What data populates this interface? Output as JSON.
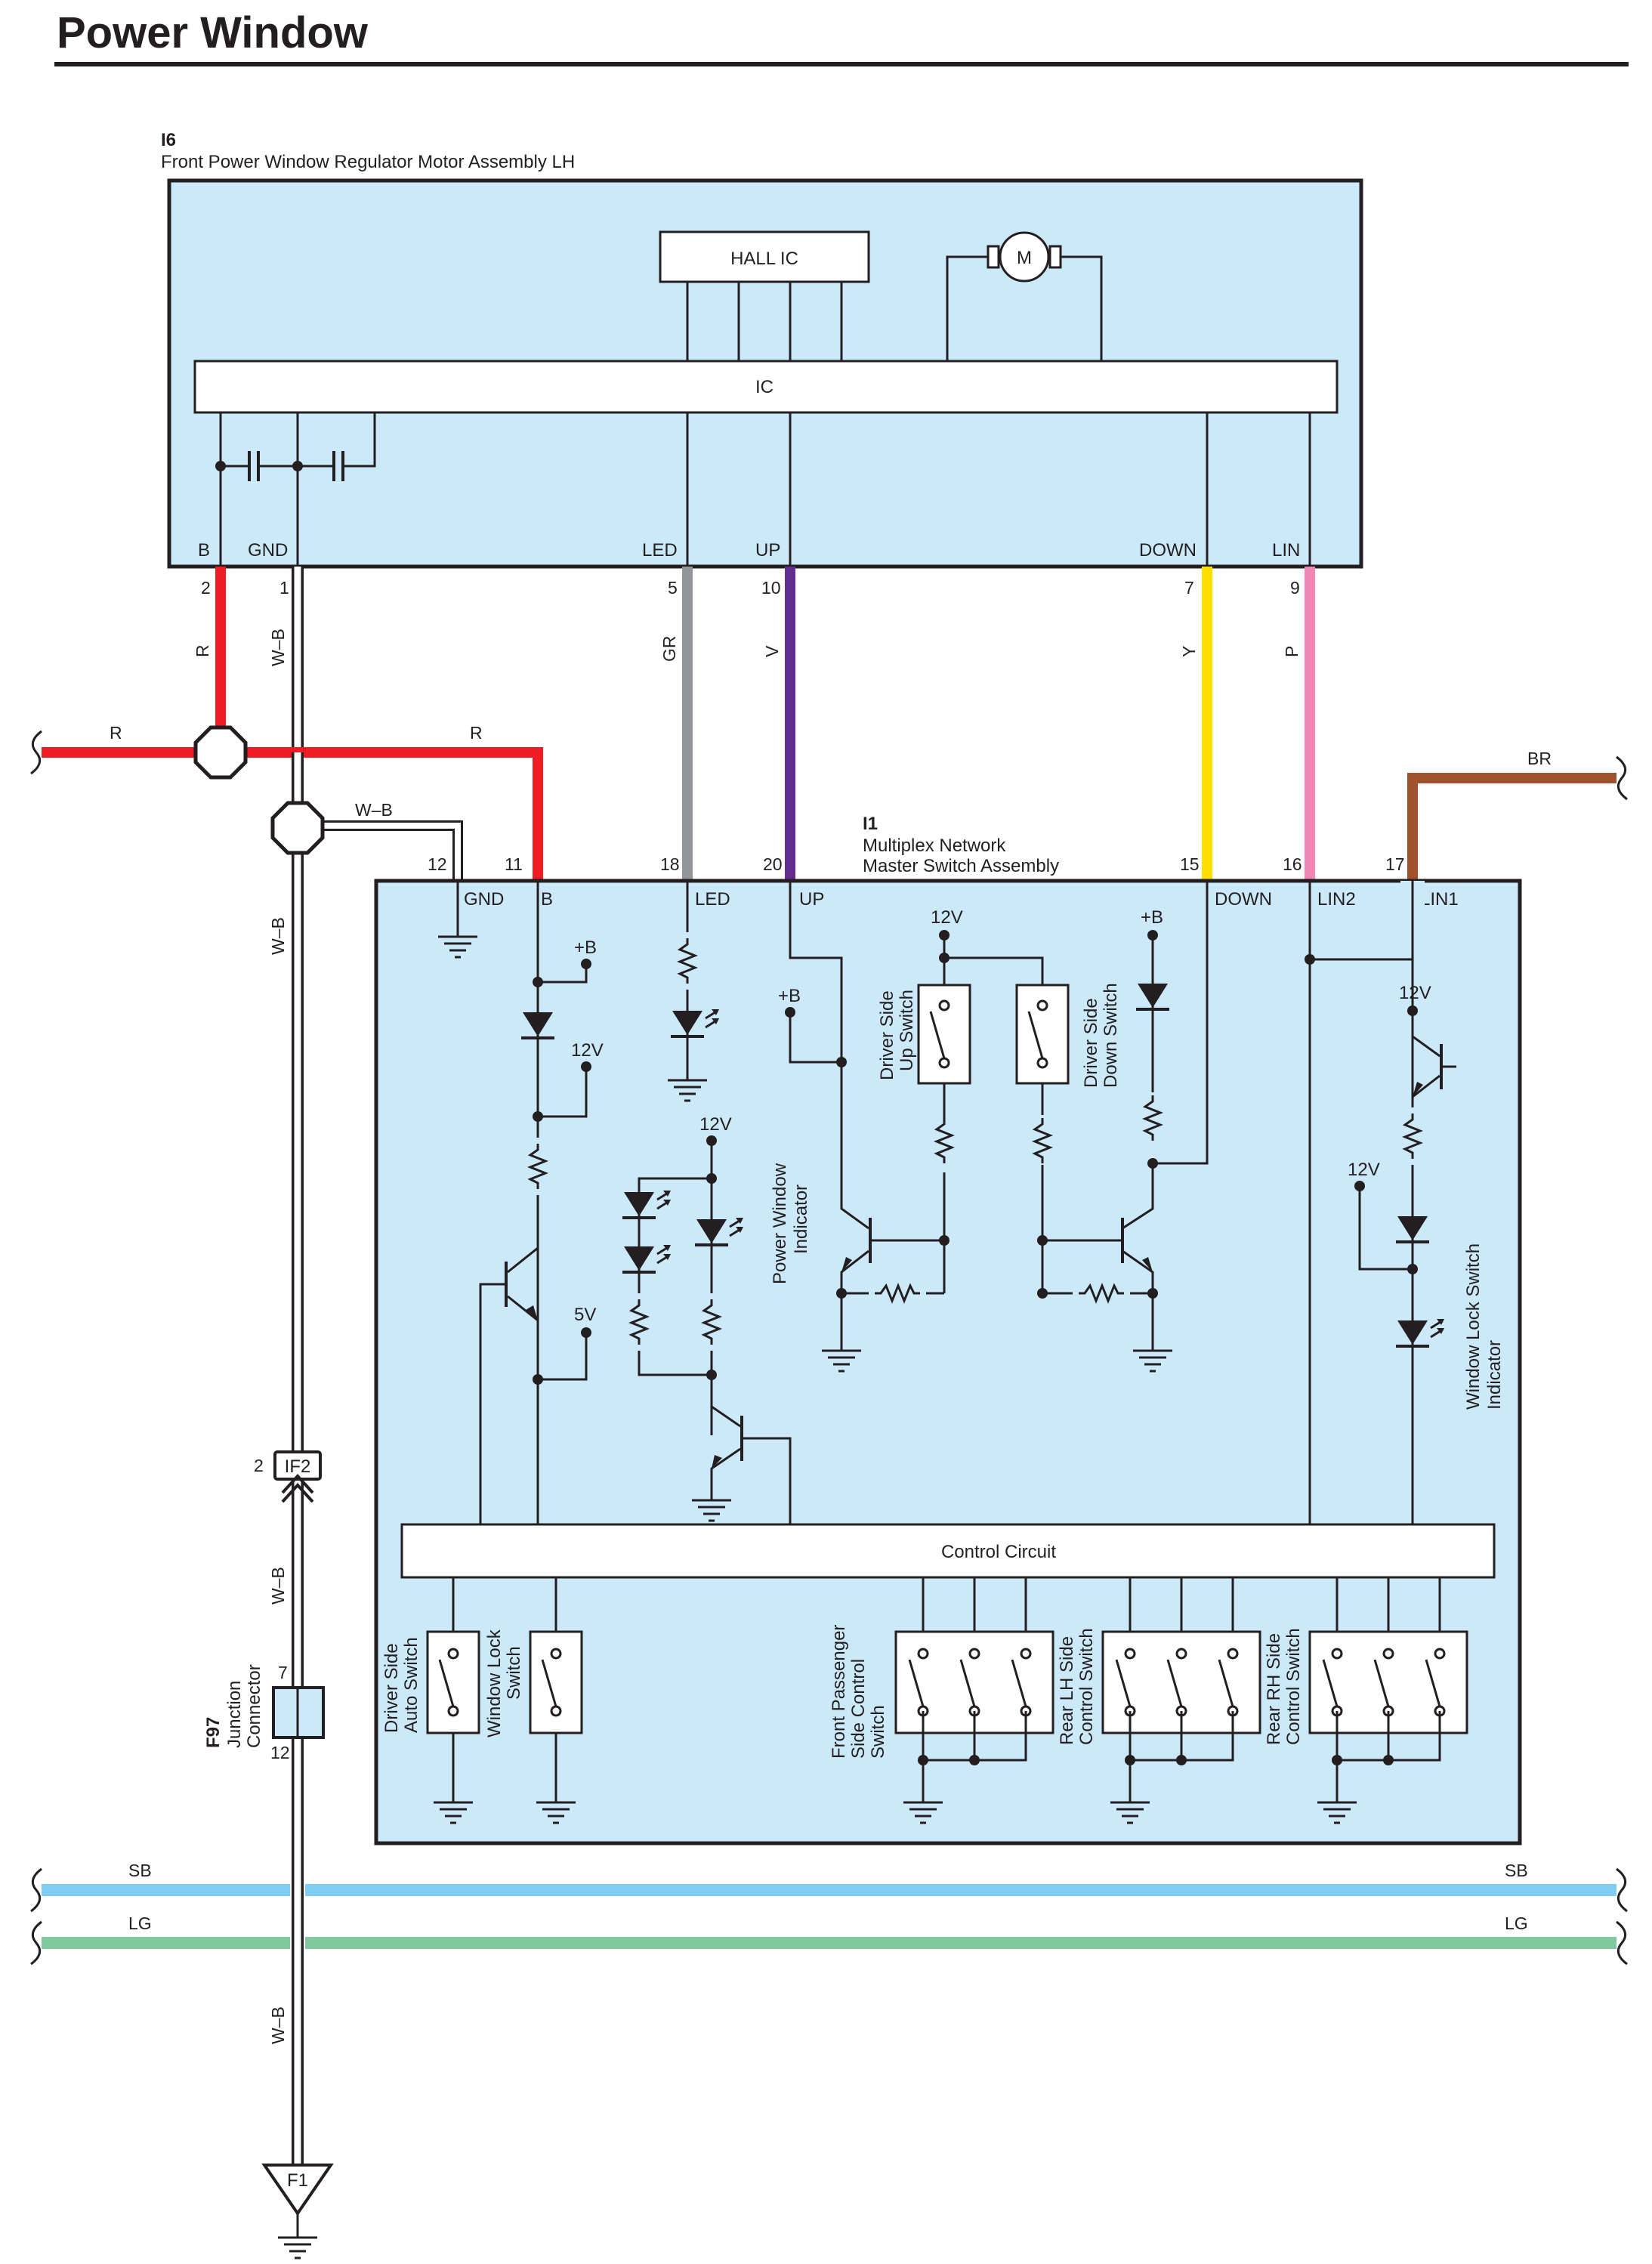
{
  "title": "Power Window",
  "components": {
    "i6": {
      "code": "I6",
      "name": "Front Power Window Regulator Motor Assembly LH",
      "hall_ic": "HALL IC",
      "motor": "M",
      "ic": "IC",
      "terminals": [
        {
          "name": "B",
          "pin": "2"
        },
        {
          "name": "GND",
          "pin": "1"
        },
        {
          "name": "LED",
          "pin": "5"
        },
        {
          "name": "UP",
          "pin": "10"
        },
        {
          "name": "DOWN",
          "pin": "7"
        },
        {
          "name": "LIN",
          "pin": "9"
        }
      ]
    },
    "i1": {
      "code": "I1",
      "name_line1": "Multiplex Network",
      "name_line2": "Master Switch Assembly",
      "control_circuit": "Control Circuit",
      "terminals": [
        {
          "name": "GND",
          "pin": "12"
        },
        {
          "name": "B",
          "pin": "11"
        },
        {
          "name": "LED",
          "pin": "18"
        },
        {
          "name": "UP",
          "pin": "20"
        },
        {
          "name": "DOWN",
          "pin": "15"
        },
        {
          "name": "LIN2",
          "pin": "16"
        },
        {
          "name": "LIN1",
          "pin": "17"
        }
      ],
      "supply_labels": {
        "plus_b": "+B",
        "v12": "12V",
        "v5": "5V"
      },
      "internal_labels": {
        "power_window_indicator": [
          "Power Window",
          "Indicator"
        ],
        "driver_up": [
          "Driver Side",
          "Up Switch"
        ],
        "driver_down": [
          "Driver Side",
          "Down Switch"
        ],
        "window_lock_indicator": [
          "Window Lock Switch",
          "Indicator"
        ],
        "driver_auto": [
          "Driver Side",
          "Auto Switch"
        ],
        "window_lock": [
          "Window Lock",
          "Switch"
        ],
        "front_passenger": [
          "Front Passenger",
          "Side Control",
          "Switch"
        ],
        "rear_lh": [
          "Rear LH Side",
          "Control Switch"
        ],
        "rear_rh": [
          "Rear RH Side",
          "Control Switch"
        ]
      }
    },
    "if2": {
      "code": "IF2",
      "pin": "2"
    },
    "f97": {
      "code": "F97",
      "name_line1": "Junction",
      "name_line2": "Connector",
      "pin_top": "7",
      "pin_bottom": "12"
    },
    "f1": {
      "code": "F1"
    }
  },
  "wires": {
    "r": {
      "label": "R",
      "color": "#ee1c25"
    },
    "wb": {
      "label": "W–B",
      "color": "#ffffff"
    },
    "gr": {
      "label": "GR",
      "color": "#939598"
    },
    "v": {
      "label": "V",
      "color": "#662d91"
    },
    "y": {
      "label": "Y",
      "color": "#ffde00"
    },
    "p": {
      "label": "P",
      "color": "#ef86b6"
    },
    "br": {
      "label": "BR",
      "color": "#a0522d"
    },
    "sb": {
      "label": "SB",
      "color": "#7fcdf3"
    },
    "lg": {
      "label": "LG",
      "color": "#7fc99c"
    }
  }
}
